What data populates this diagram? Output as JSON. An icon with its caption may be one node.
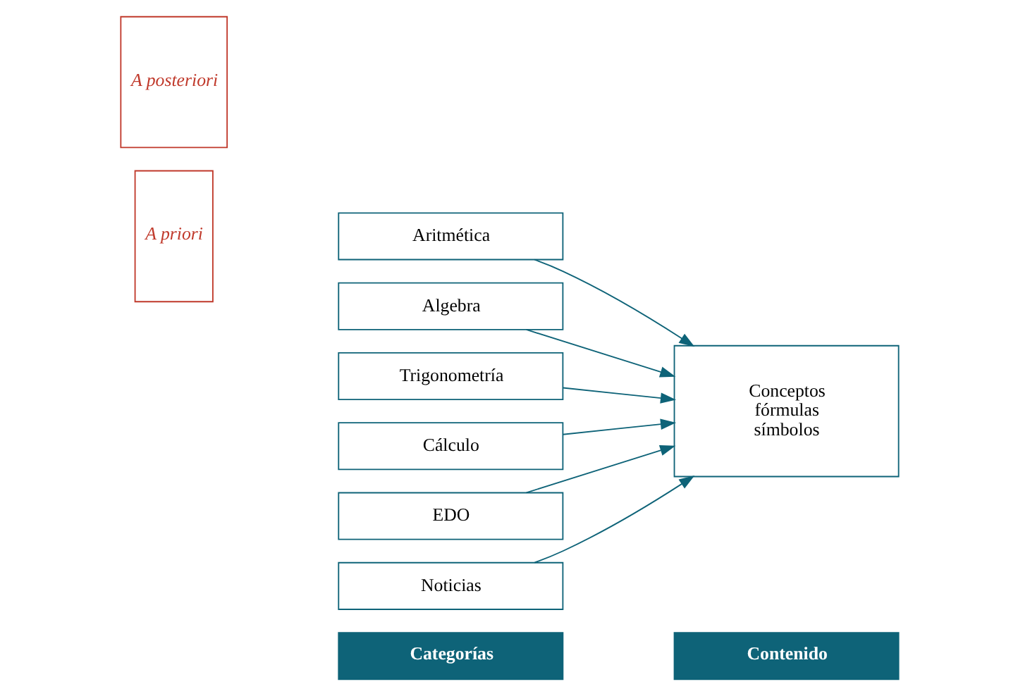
{
  "diagram": {
    "nodes": [
      {
        "text": [
          "Categorías"
        ]
      },
      {
        "text": [
          "Contenido"
        ]
      },
      {
        "text": [
          "A priori"
        ]
      },
      {
        "text": [
          "Aritmética"
        ]
      },
      {
        "text": [
          "Algebra"
        ]
      },
      {
        "text": [
          "Trigonometría"
        ]
      },
      {
        "text": [
          "A posteriori"
        ]
      },
      {
        "text": [
          "Cálculo"
        ]
      },
      {
        "text": [
          "EDO"
        ]
      },
      {
        "text": [
          "Noticias"
        ]
      },
      {
        "text": [
          "Conceptos fórmulas símbolos"
        ]
      }
    ],
    "edges": [
      {
        "from": 3,
        "to": 10,
        "arrow": "to"
      },
      {
        "from": 4,
        "to": 10,
        "arrow": "to"
      },
      {
        "from": 5,
        "to": 10,
        "arrow": "to"
      },
      {
        "from": 7,
        "to": 10,
        "arrow": "to"
      },
      {
        "from": 8,
        "to": 10,
        "arrow": "to"
      },
      {
        "from": 9,
        "to": 10,
        "arrow": "to"
      }
    ]
  }
}
